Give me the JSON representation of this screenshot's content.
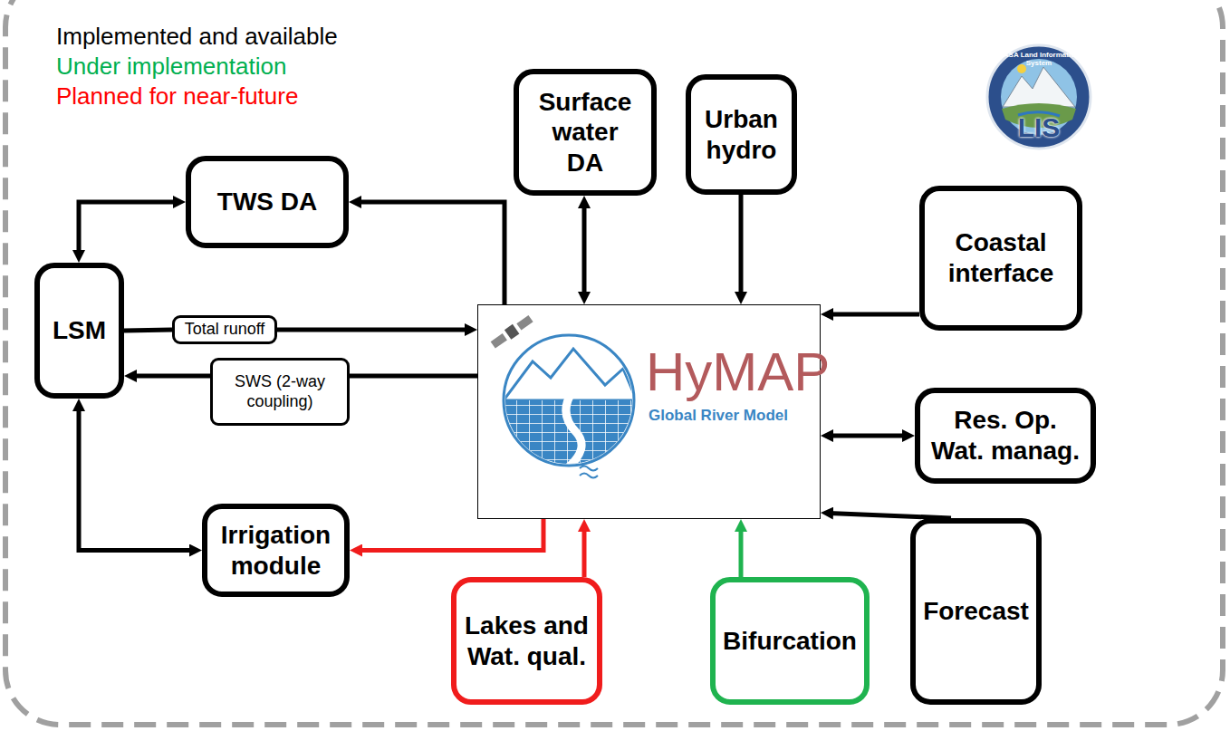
{
  "diagram": {
    "nodes": [
      {
        "text": [
          "TWS DA"
        ]
      },
      {
        "text": [
          "Surface water DA"
        ]
      },
      {
        "text": [
          "Urban hydro"
        ]
      },
      {
        "text": [
          "Coastal interface"
        ]
      },
      {
        "text": [
          "LSM"
        ]
      },
      {
        "text": [
          "HyMAP",
          "Global River Model"
        ]
      },
      {
        "text": [
          "Total runoff"
        ]
      },
      {
        "text": [
          "SWS (2-way coupling)"
        ]
      },
      {
        "text": [
          "Res. Op. Wat. manag."
        ]
      },
      {
        "text": [
          "Irrigation module"
        ]
      },
      {
        "text": [
          "Lakes and Wat. qual."
        ]
      },
      {
        "text": [
          "Bifurcation"
        ]
      },
      {
        "text": [
          "Forecast"
        ]
      }
    ],
    "edges": [
      {
        "from": 4,
        "to": 0,
        "arrow": "both"
      },
      {
        "from": 5,
        "to": 0,
        "arrow": "to"
      },
      {
        "from": 1,
        "to": 5,
        "arrow": "both"
      },
      {
        "from": 2,
        "to": 5,
        "arrow": "to"
      },
      {
        "from": 3,
        "to": 5,
        "arrow": "to"
      },
      {
        "from": 4,
        "to": 6,
        "arrow": "none"
      },
      {
        "from": 6,
        "to": 5,
        "arrow": "to"
      },
      {
        "from": 5,
        "to": 7,
        "arrow": "none"
      },
      {
        "from": 7,
        "to": 4,
        "arrow": "to"
      },
      {
        "from": 5,
        "to": 8,
        "arrow": "both"
      },
      {
        "from": 5,
        "to": 9,
        "arrow": "to"
      },
      {
        "from": 4,
        "to": 9,
        "arrow": "both"
      },
      {
        "from": 10,
        "to": 5,
        "arrow": "to"
      },
      {
        "from": 11,
        "to": 5,
        "arrow": "to"
      },
      {
        "from": 12,
        "to": 5,
        "arrow": "to"
      }
    ],
    "labels": [
      "NASA Land Information System",
      "LIS"
    ],
    "legend": [
      {
        "text": "Implemented and available",
        "color": "#000000"
      },
      {
        "text": "Under implementation",
        "color": "#00b050"
      },
      {
        "text": "Planned for near-future",
        "color": "#ff0000"
      }
    ]
  }
}
